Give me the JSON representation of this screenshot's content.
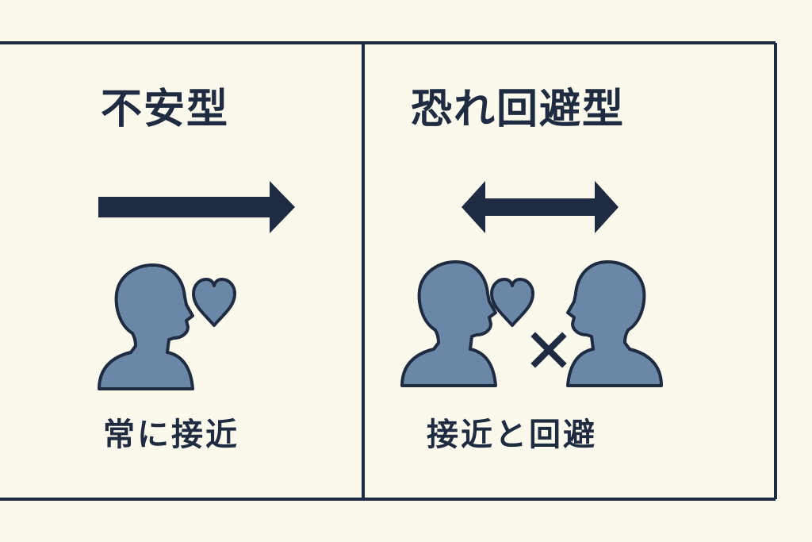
{
  "panels": [
    {
      "title": "不安型",
      "caption": "常に接近"
    },
    {
      "title": "恐れ回避型",
      "caption": "接近と回避"
    }
  ],
  "colors": {
    "background": "#fbf9ec",
    "ink": "#1e2b40",
    "figure_fill": "#6a87a7"
  },
  "icons": [
    "right-arrow-icon",
    "double-arrow-icon",
    "person-head-icon",
    "heart-icon",
    "cross-icon"
  ]
}
